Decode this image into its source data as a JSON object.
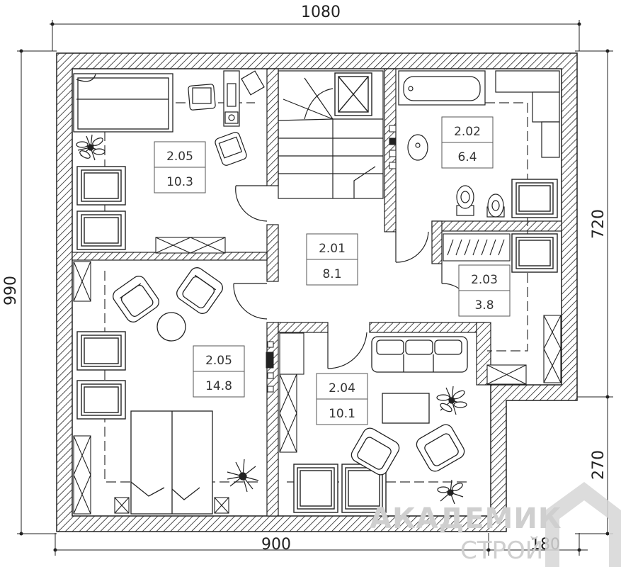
{
  "dimensions": {
    "top": "1080",
    "bottom": "900",
    "bottom_right": "180",
    "left": "990",
    "right_upper": "720",
    "right_lower": "270"
  },
  "rooms": [
    {
      "id": "2.05",
      "area": "10.3"
    },
    {
      "id": "2.01",
      "area": "8.1"
    },
    {
      "id": "2.02",
      "area": "6.4"
    },
    {
      "id": "2.03",
      "area": "3.8"
    },
    {
      "id": "2.05",
      "area": "14.8"
    },
    {
      "id": "2.04",
      "area": "10.1"
    }
  ],
  "watermark": {
    "line1": "АКАДЕМИК",
    "line2": "СТРОЙ"
  }
}
